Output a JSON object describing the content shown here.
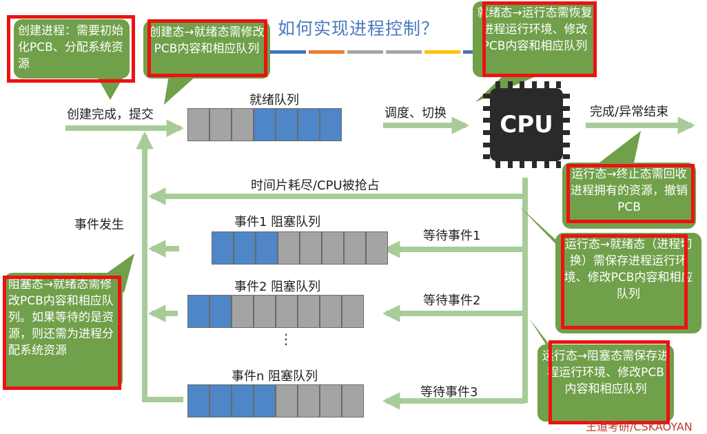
{
  "title": "如何实现进程控制？",
  "decor_colors": [
    "#4472c4",
    "#ed7d31",
    "#a5a5a5",
    "#a5a5a5",
    "#ffc000",
    "#4472c4",
    "#70ad47"
  ],
  "labels": {
    "create_submit": "创建完成，提交",
    "ready_queue": "就绪队列",
    "dispatch": "调度、切换",
    "finish": "完成/异常结束",
    "timeslice": "时间片耗尽/CPU被抢占",
    "event_occur": "事件发生",
    "blocked_queue_1": "事件1 阻塞队列",
    "blocked_queue_2": "事件2 阻塞队列",
    "blocked_queue_n": "事件n 阻塞队列",
    "wait_event_1": "等待事件1",
    "wait_event_2": "等待事件2",
    "wait_event_3": "等待事件3",
    "cpu": "CPU",
    "dots": "⋮",
    "watermark": "王道考研/CSKAOYAN"
  },
  "queues": {
    "ready": [
      "gray",
      "gray",
      "gray",
      "blue",
      "blue",
      "blue",
      "blue"
    ],
    "blocked_1": [
      "blue",
      "blue",
      "blue",
      "gray",
      "gray",
      "gray",
      "gray",
      "gray"
    ],
    "blocked_2": [
      "blue",
      "blue",
      "gray",
      "gray",
      "gray",
      "gray",
      "gray",
      "gray"
    ],
    "blocked_n": [
      "blue",
      "blue",
      "blue",
      "blue",
      "gray",
      "gray",
      "gray",
      "gray"
    ]
  },
  "bubbles": {
    "create": "创建进程：需要初始化PCB、分配系统资源",
    "create_to_ready": "创建态→就绪态需修改PCB内容和相应队列",
    "ready_to_running": "就绪态→运行态需恢复进程运行环境、修改PCB内容和相应队列",
    "running_to_terminated": "运行态→终止态需回收进程拥有的资源，撤销PCB",
    "running_to_ready": "运行态→就绪态（进程切换）需保存进程运行环境、修改PCB内容和相应队列",
    "blocked_to_ready": "阻塞态→就绪态需修改PCB内容和相应队列。如果等待的是资源，则还需为进程分配系统资源",
    "running_to_blocked": "运行态→阻塞态需保存进程运行环境、修改PCB内容和相应队列"
  },
  "colors": {
    "bubble_green": "#70a04a",
    "arrow_green": "#a8cc98",
    "highlight_red": "#ee1111",
    "queue_blue": "#4e86c8",
    "queue_gray": "#a4a4a4",
    "title_blue": "#4a78c0"
  }
}
